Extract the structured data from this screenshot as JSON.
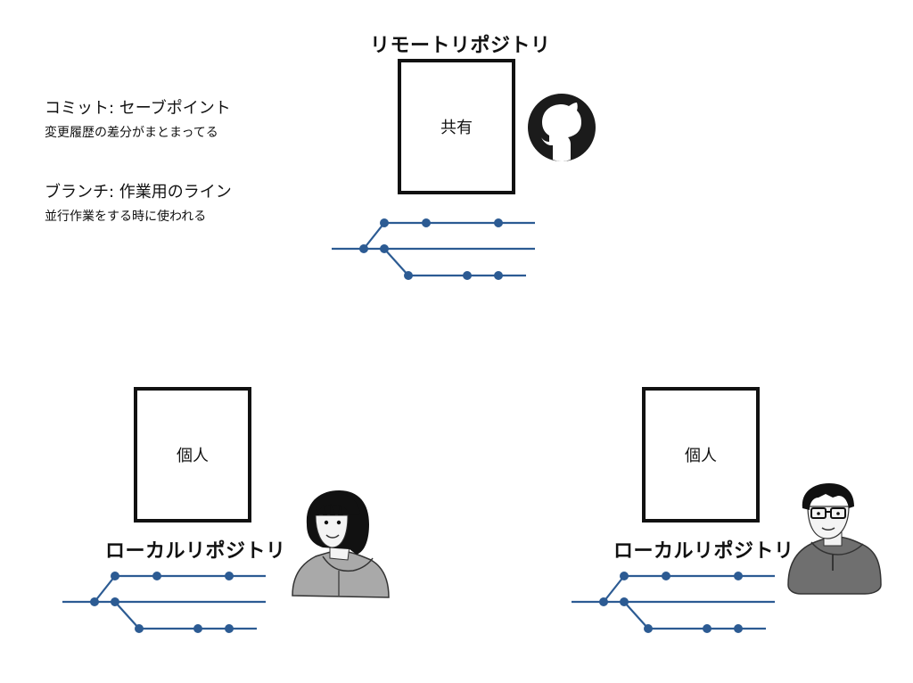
{
  "remote": {
    "title": "リモートリポジトリ",
    "box_label": "共有",
    "icon": "github-icon"
  },
  "legend": {
    "commit_title": "コミット: セーブポイント",
    "commit_desc": "変更履歴の差分がまとまってる",
    "branch_title": "ブランチ: 作業用のライン",
    "branch_desc": "並行作業をする時に使われる"
  },
  "local_left": {
    "title": "ローカルリポジトリ",
    "box_label": "個人",
    "icon": "woman-avatar-icon"
  },
  "local_right": {
    "title": "ローカルリポジトリ",
    "box_label": "個人",
    "icon": "man-avatar-icon"
  },
  "colors": {
    "branch_line": "#2c5b93",
    "box_border": "#111111"
  }
}
